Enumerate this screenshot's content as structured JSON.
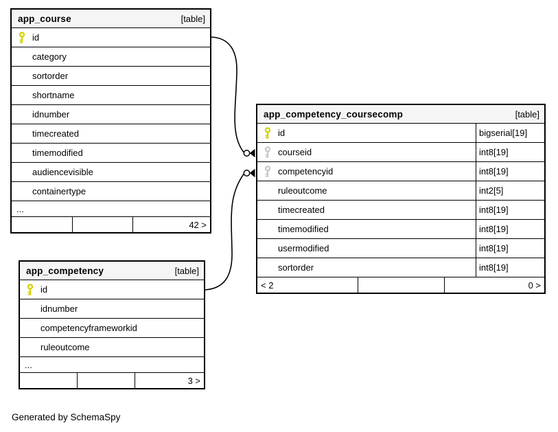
{
  "colors": {
    "background": "#ffffff",
    "header_bg": "#f5f5f5",
    "border": "#000000",
    "pk_key": "#d2d200",
    "fk_key": "#c8c8c8",
    "line": "#000000"
  },
  "footer_note": "Generated by SchemaSpy",
  "tables": {
    "app_course": {
      "title": "app_course",
      "badge": "[table]",
      "columns": [
        {
          "name": "id",
          "key": "primary"
        },
        {
          "name": "category"
        },
        {
          "name": "sortorder"
        },
        {
          "name": "shortname"
        },
        {
          "name": "idnumber"
        },
        {
          "name": "timecreated"
        },
        {
          "name": "timemodified"
        },
        {
          "name": "audiencevisible"
        },
        {
          "name": "containertype"
        }
      ],
      "ellipsis": "...",
      "footer": {
        "left": "",
        "center": "",
        "right": "42 >"
      }
    },
    "app_competency_coursecomp": {
      "title": "app_competency_coursecomp",
      "badge": "[table]",
      "columns": [
        {
          "name": "id",
          "type": "bigserial[19]",
          "key": "primary"
        },
        {
          "name": "courseid",
          "type": "int8[19]",
          "key": "foreign"
        },
        {
          "name": "competencyid",
          "type": "int8[19]",
          "key": "foreign"
        },
        {
          "name": "ruleoutcome",
          "type": "int2[5]"
        },
        {
          "name": "timecreated",
          "type": "int8[19]"
        },
        {
          "name": "timemodified",
          "type": "int8[19]"
        },
        {
          "name": "usermodified",
          "type": "int8[19]"
        },
        {
          "name": "sortorder",
          "type": "int8[19]"
        }
      ],
      "footer": {
        "left": "< 2",
        "center": "",
        "right": "0 >"
      }
    },
    "app_competency": {
      "title": "app_competency",
      "badge": "[table]",
      "columns": [
        {
          "name": "id",
          "key": "primary"
        },
        {
          "name": "idnumber"
        },
        {
          "name": "competencyframeworkid"
        },
        {
          "name": "ruleoutcome"
        }
      ],
      "ellipsis": "...",
      "footer": {
        "left": "",
        "center": "",
        "right": "3 >"
      }
    }
  },
  "relationships": [
    {
      "from": "app_course.id",
      "to": "app_competency_coursecomp.courseid"
    },
    {
      "from": "app_competency.id",
      "to": "app_competency_coursecomp.competencyid"
    }
  ]
}
